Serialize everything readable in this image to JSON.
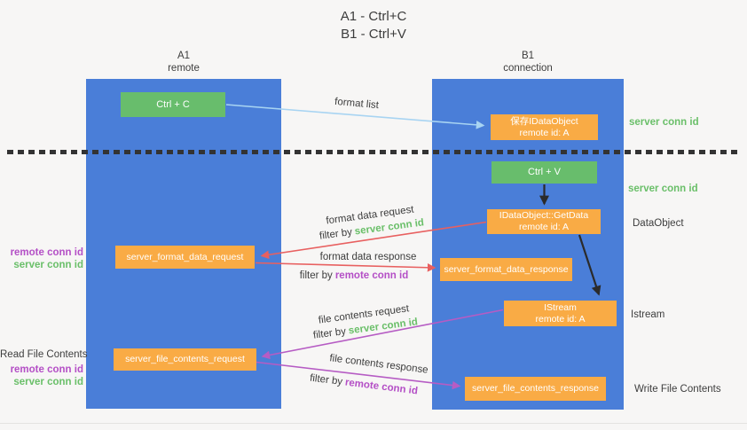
{
  "title": {
    "line1": "A1 - Ctrl+C",
    "line2": "B1 - Ctrl+V"
  },
  "lanes": {
    "left": {
      "title": "A1",
      "subtitle": "remote"
    },
    "right": {
      "title": "B1",
      "subtitle": "connection"
    }
  },
  "nodes": {
    "ctrl_c": {
      "label": "Ctrl + C"
    },
    "ctrl_v": {
      "label": "Ctrl + V"
    },
    "save_dataobject": {
      "line1": "保存IDataObject",
      "line2": "remote id: A"
    },
    "getdata": {
      "line1": "IDataObject::GetData",
      "line2": "remote id: A"
    },
    "istream": {
      "line1": "IStream",
      "line2": "remote id: A"
    },
    "format_request": {
      "label": "server_format_data_request"
    },
    "format_response": {
      "label": "server_format_data_response"
    },
    "file_request": {
      "label": "server_file_contents_request"
    },
    "file_response": {
      "label": "server_file_contents_response"
    }
  },
  "edge_labels": {
    "format_list": "format list",
    "format_data_request": "format data request",
    "format_data_request_filter_prefix": "filter by",
    "format_data_request_filter_value": "server conn id",
    "format_data_response": "format data response",
    "format_data_response_filter_prefix": "filter by",
    "format_data_response_filter_value": "remote conn id",
    "file_contents_request": "file contents request",
    "file_contents_request_filter_prefix": "filter by",
    "file_contents_request_filter_value": "server conn id",
    "file_contents_response": "file contents response",
    "file_contents_response_filter_prefix": "filter by",
    "file_contents_response_filter_value": "remote conn id"
  },
  "annotations": {
    "server_conn_id_top": "server conn id",
    "server_conn_id_mid": "server conn id",
    "dataobject": "DataObject",
    "istream": "Istream",
    "write_file_contents": "Write File Contents",
    "read_file_contents": "Read File Contents",
    "left_mid_remote": "remote conn id",
    "left_mid_server": "server conn id",
    "left_bottom_remote": "remote conn id",
    "left_bottom_server": "server conn id"
  },
  "colors": {
    "lane_blue": "#4a7ed8",
    "node_green": "#68bd6c",
    "node_orange": "#f9ab45",
    "arrow_blue": "#a8d4f2",
    "arrow_red": "#e86060",
    "arrow_purple": "#b65cc4",
    "arrow_black": "#2b2b2b",
    "text_green": "#6abf69",
    "text_purple": "#b44fc6",
    "text_dark": "#3d3d3d",
    "background": "#f7f6f5"
  }
}
